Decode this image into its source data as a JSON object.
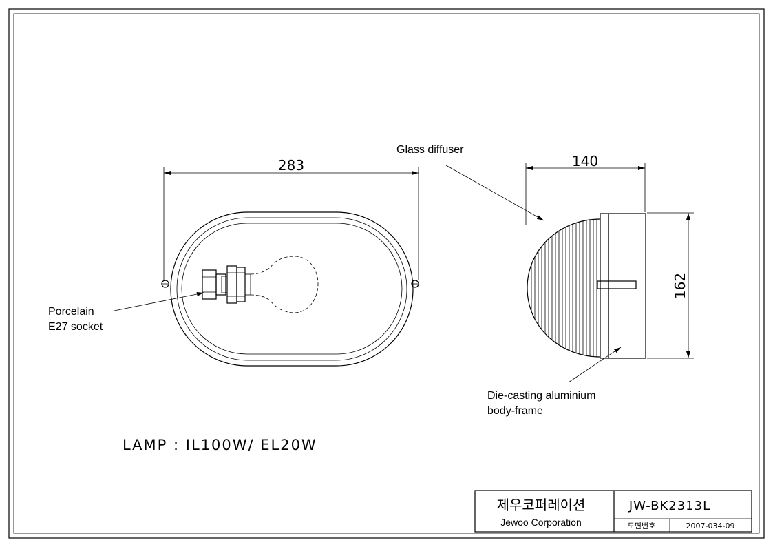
{
  "dimensions": {
    "front_width": "283",
    "side_depth": "140",
    "side_height": "162"
  },
  "callouts": {
    "glass_diffuser": "Glass diffuser",
    "socket_line1": "Porcelain",
    "socket_line2": "E27  socket",
    "body_line1": "Die-casting aluminium",
    "body_line2": "body-frame"
  },
  "lamp_spec": "LAMP : IL100W/ EL20W",
  "title_block": {
    "company_korean": "제우코퍼레이션",
    "company_english": "Jewoo Corporation",
    "model_code": "JW-BK2313L",
    "drawing_number_label": "도면번호",
    "drawing_number": "2007-034-09"
  }
}
